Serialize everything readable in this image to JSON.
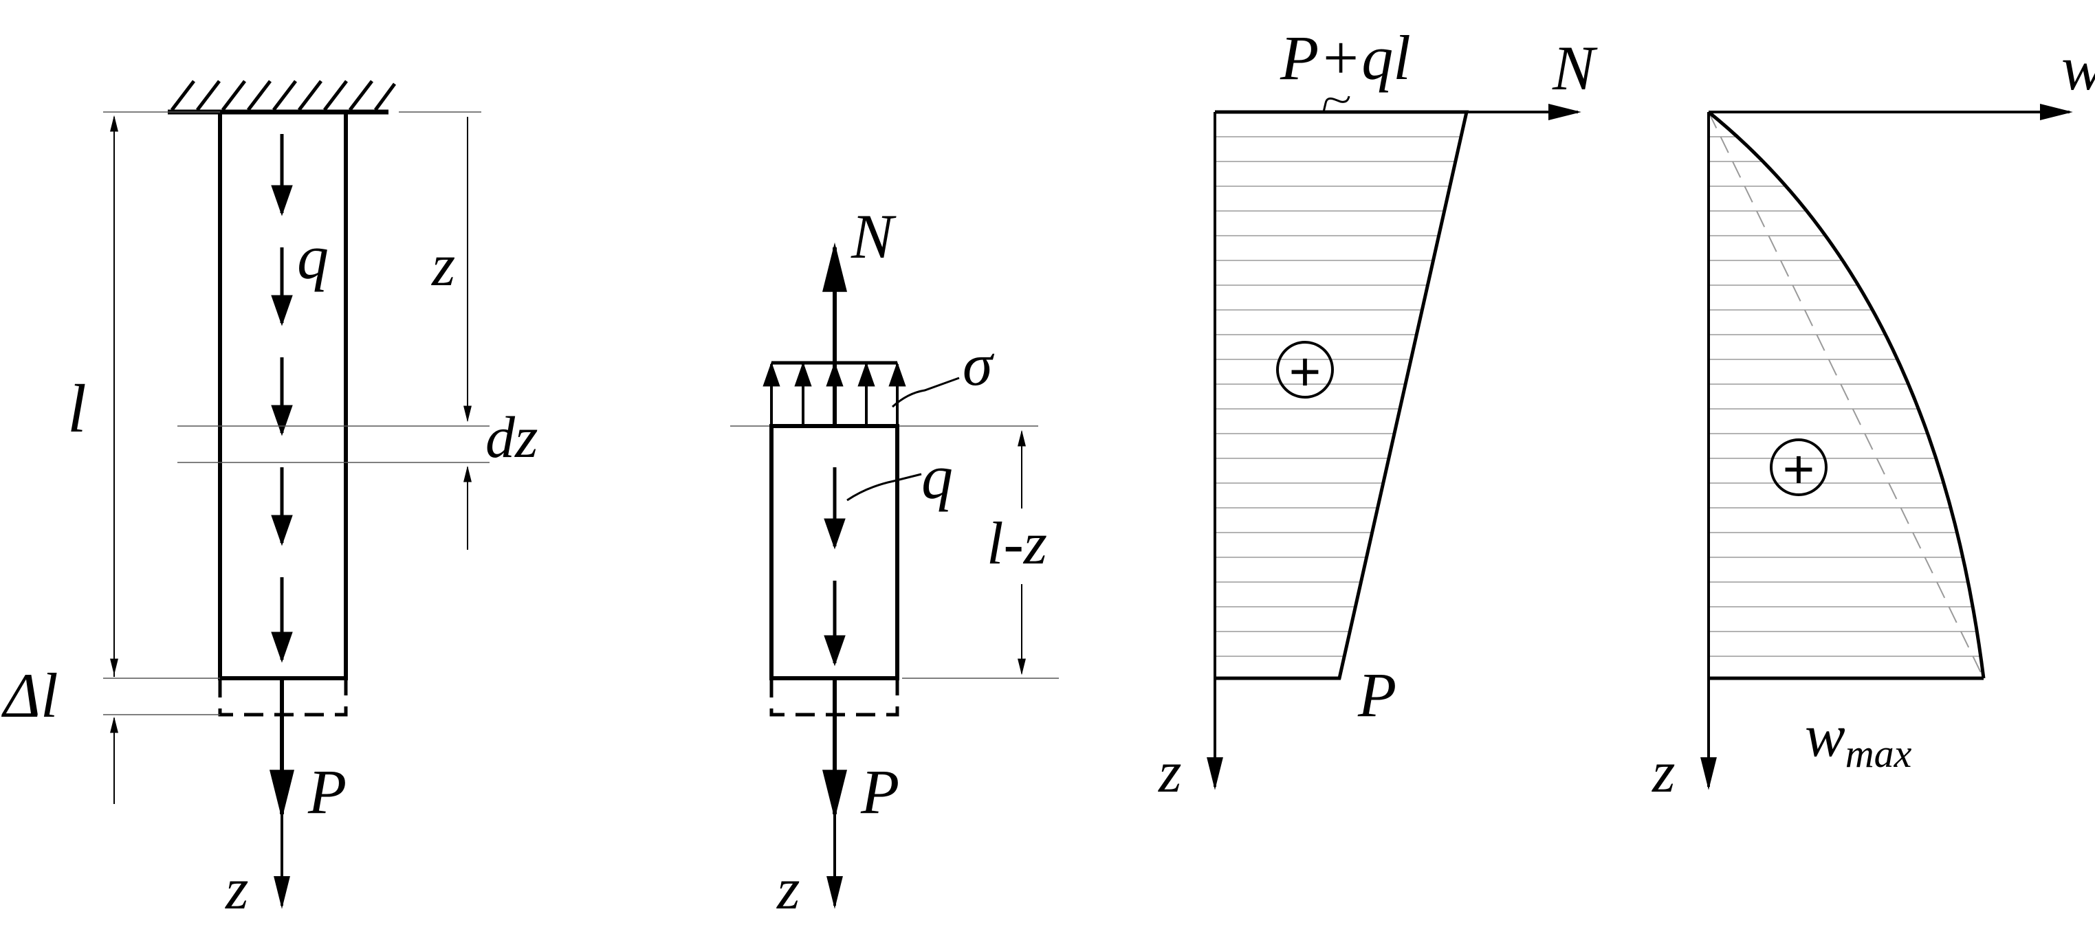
{
  "bar_figure": {
    "load_label": "q",
    "length_label": "l",
    "position_label": "z",
    "element_label": "dz",
    "elongation_label": "Δl",
    "force_label": "P",
    "axis_label": "z"
  },
  "cut_figure": {
    "normal_force_label": "N",
    "stress_label": "σ",
    "load_label": "q",
    "remaining_length_label": "l-z",
    "force_label": "P",
    "axis_label": "z"
  },
  "n_diagram": {
    "top_value_label": "P+ql",
    "axis_label": "N",
    "bottom_value_label": "P",
    "depth_axis_label": "z",
    "sign": "+"
  },
  "w_diagram": {
    "axis_label": "w",
    "max_label_base": "w",
    "max_label_sub": "max",
    "depth_axis_label": "z",
    "sign": "+"
  },
  "colors": {
    "line": "#000000",
    "hatch": "#9a9a9a",
    "dim": "#555555"
  }
}
